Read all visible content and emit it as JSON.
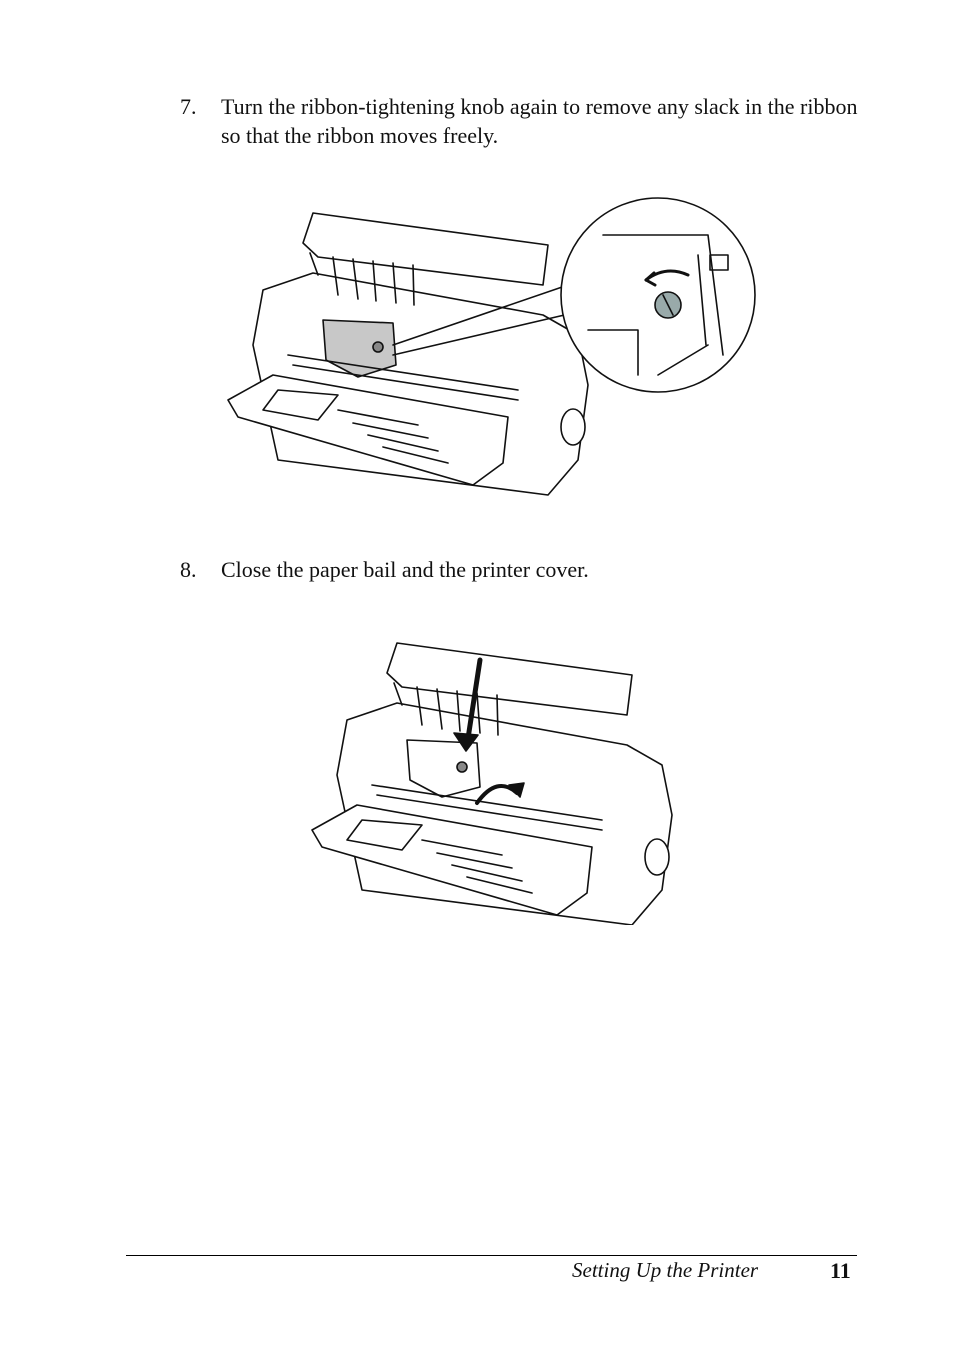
{
  "steps": [
    {
      "number": "7.",
      "text": "Turn the ribbon-tightening knob again to remove any slack in the ribbon so that the ribbon moves freely."
    },
    {
      "number": "8.",
      "text": "Close the paper bail and the printer cover."
    }
  ],
  "figures": [
    {
      "icon": "printer-ribbon-knob-illustration"
    },
    {
      "icon": "printer-close-cover-illustration"
    }
  ],
  "footer": {
    "section_title": "Setting Up the Printer",
    "page_number": "11"
  }
}
